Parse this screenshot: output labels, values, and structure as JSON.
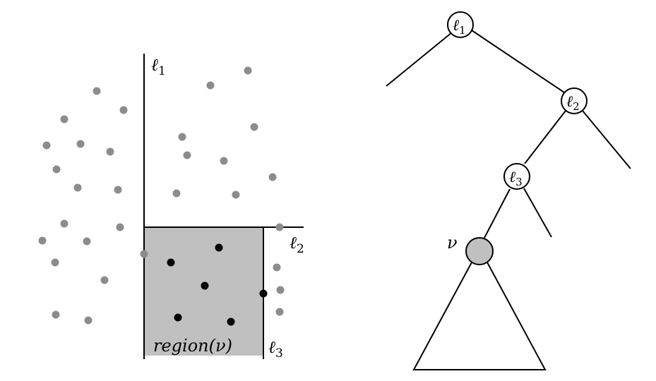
{
  "colors": {
    "gray_point": "#8c8c8c",
    "black_point": "#000000",
    "region_fill": "#c0c0c0",
    "node_fill": "#ffffff",
    "nu_node_fill": "#c0c0c0",
    "stroke": "#000000"
  },
  "left_panel": {
    "line1": {
      "sym": "ℓ",
      "sub": "1"
    },
    "line2": {
      "sym": "ℓ",
      "sub": "2"
    },
    "line3": {
      "sym": "ℓ",
      "sub": "3"
    },
    "region_label": "region(ν)"
  },
  "tree": {
    "node1": {
      "sym": "ℓ",
      "sub": "1"
    },
    "node2": {
      "sym": "ℓ",
      "sub": "2"
    },
    "node3": {
      "sym": "ℓ",
      "sub": "3"
    },
    "nu_label": "ν"
  }
}
